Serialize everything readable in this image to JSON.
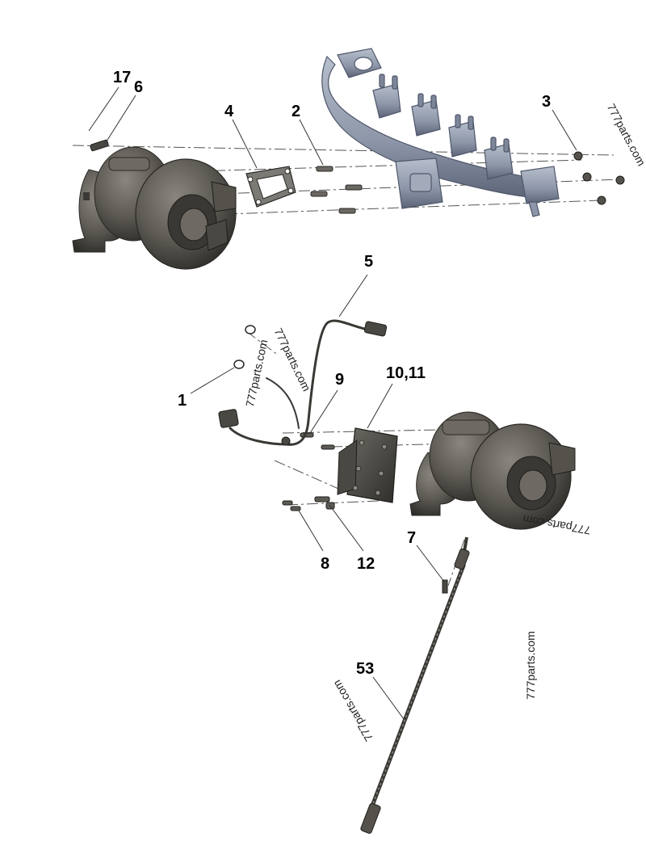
{
  "colors": {
    "turbo_body": "#5e5b55",
    "turbo_dark": "#2f2d29",
    "manifold": "#8d96a8",
    "manifold_dark": "#5c6478",
    "leader": "#333333",
    "centerline": "#555555"
  },
  "callouts": {
    "c17": "17",
    "c6": "6",
    "c4": "4",
    "c2": "2",
    "c3": "3",
    "c5": "5",
    "c1": "1",
    "c9": "9",
    "c10_11": "10,11",
    "c8": "8",
    "c12": "12",
    "c7": "7",
    "c53": "53"
  },
  "watermarks": {
    "w1": "777parts.com",
    "w2": "777parts.com",
    "w3": "777parts.com",
    "w4": "777parts.com",
    "w5": "777parts.com",
    "w6": "777parts.com"
  }
}
